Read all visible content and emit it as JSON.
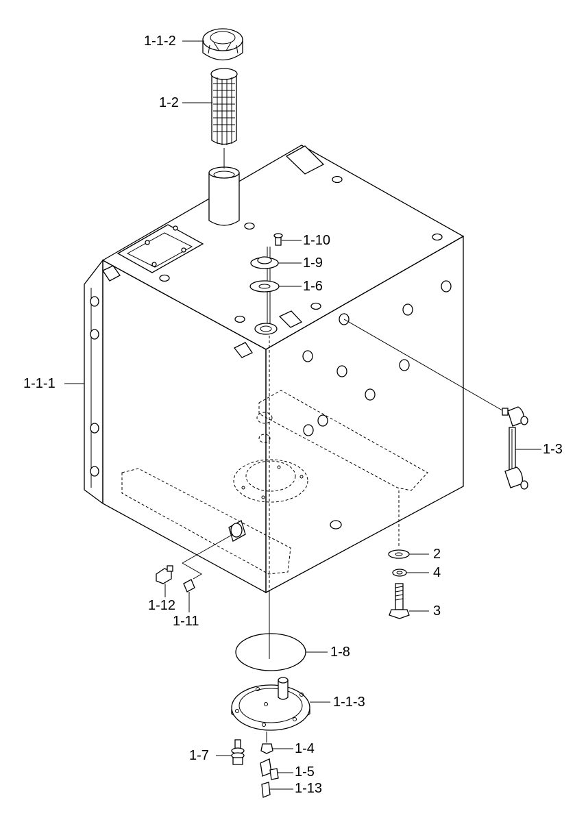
{
  "callouts": {
    "p_1_1_2": "1-1-2",
    "p_1_2": "1-2",
    "p_1_10": "1-10",
    "p_1_9": "1-9",
    "p_1_6": "1-6",
    "p_1_1_1": "1-1-1",
    "p_1_3": "1-3",
    "p_2": "2",
    "p_4": "4",
    "p_3": "3",
    "p_1_12": "1-12",
    "p_1_11": "1-11",
    "p_1_8": "1-8",
    "p_1_1_3": "1-1-3",
    "p_1_7": "1-7",
    "p_1_4": "1-4",
    "p_1_5": "1-5",
    "p_1_13": "1-13"
  }
}
